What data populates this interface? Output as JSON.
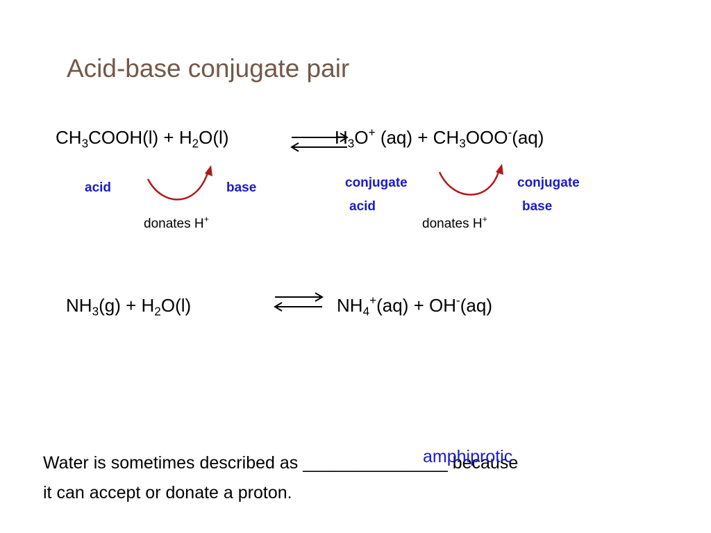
{
  "slide": {
    "title": "Acid-base conjugate pair"
  },
  "equation1": {
    "left_a": "CH",
    "left_sub1": "3",
    "left_b": "COOH(l) + H",
    "left_sub2": "2",
    "left_c": "O(l)",
    "right_a": "H",
    "right_sub1": "3",
    "right_b": "O",
    "right_sup1": "+",
    "right_c": " (aq)  +  CH",
    "right_sub2": "3",
    "right_d": "OOO",
    "right_sup2": "-",
    "right_e": "(aq)"
  },
  "labels": {
    "acid": "acid",
    "base": "base",
    "donates_left": "donates H",
    "donates_left_sup": "+",
    "conjugate_acid_1": "conjugate",
    "conjugate_acid_2": "acid",
    "conjugate_base_1": "conjugate",
    "conjugate_base_2": "base",
    "donates_right": "donates H",
    "donates_right_sup": "+"
  },
  "equation2": {
    "left_a": "NH",
    "left_sub1": "3",
    "left_b": "(g) + H",
    "left_sub2": "2",
    "left_c": "O(l)",
    "right_a": "NH",
    "right_sub1": "4",
    "right_sup1": "+",
    "right_b": "(aq) + OH",
    "right_sup2": "-",
    "right_c": "(aq)"
  },
  "statement": {
    "line1_a": "Water is sometimes described as ",
    "blank": "_______________",
    "line1_b": " because",
    "line2": "it can accept or donate a proton.",
    "answer": "amphiprotic"
  },
  "colors": {
    "title": "#73584a",
    "labels": "#1a1ad0",
    "arrows": "#b01818"
  }
}
